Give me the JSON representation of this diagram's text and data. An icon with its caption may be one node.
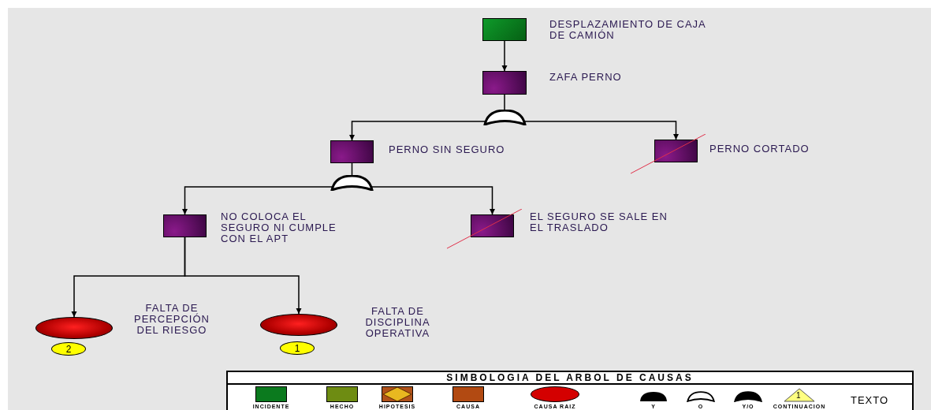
{
  "diagram": {
    "nodes": [
      {
        "text": [
          "DESPLAZAMIENTO DE CAJA DE CAMIÓN"
        ]
      },
      {
        "text": [
          "ZAFA PERNO"
        ]
      },
      {
        "text": [],
        "shape": "gate"
      },
      {
        "text": [
          "PERNO SIN SEGURO"
        ]
      },
      {
        "text": [
          "PERNO CORTADO"
        ]
      },
      {
        "text": [],
        "shape": "gate"
      },
      {
        "text": [
          "NO COLOCA EL SEGURO NI CUMPLE CON EL APT"
        ]
      },
      {
        "text": [
          "EL SEGURO SE SALE EN EL TRASLADO"
        ]
      },
      {
        "text": [
          "FALTA DE PERCEPCIÓN DEL RIESGO"
        ],
        "beside": [
          "2"
        ]
      },
      {
        "text": [
          "FALTA DE DISCIPLINA OPERATIVA"
        ],
        "beside": [
          "1"
        ]
      }
    ],
    "edges": [
      {
        "from": 0,
        "to": 1,
        "arrow": "to"
      },
      {
        "from": 1,
        "to": 2,
        "arrow": "none"
      },
      {
        "from": 2,
        "to": 3,
        "arrow": "to"
      },
      {
        "from": 2,
        "to": 4,
        "arrow": "to"
      },
      {
        "from": 3,
        "to": 5,
        "arrow": "none"
      },
      {
        "from": 5,
        "to": 6,
        "arrow": "to"
      },
      {
        "from": 5,
        "to": 7,
        "arrow": "to"
      },
      {
        "from": 6,
        "to": 8,
        "arrow": "to"
      },
      {
        "from": 6,
        "to": 9,
        "arrow": "to"
      }
    ],
    "labels": [
      "SIMBOLOGIA DEL ARBOL DE CAUSAS",
      "1",
      "TEXTO"
    ],
    "legend": [
      {
        "text": "INCIDENTE",
        "color": "#0b7a1e"
      },
      {
        "text": "HECHO",
        "color": "#6e8c12"
      },
      {
        "text": "HIPOTESIS"
      },
      {
        "text": "CAUSA INTERMEDIA",
        "color": "#b24a12"
      },
      {
        "text": "CAUSA RAIZ",
        "color": "#d40000"
      },
      {
        "text": "Y"
      },
      {
        "text": "O"
      },
      {
        "text": "Y/O"
      },
      {
        "text": "CONTINUACION"
      }
    ]
  }
}
